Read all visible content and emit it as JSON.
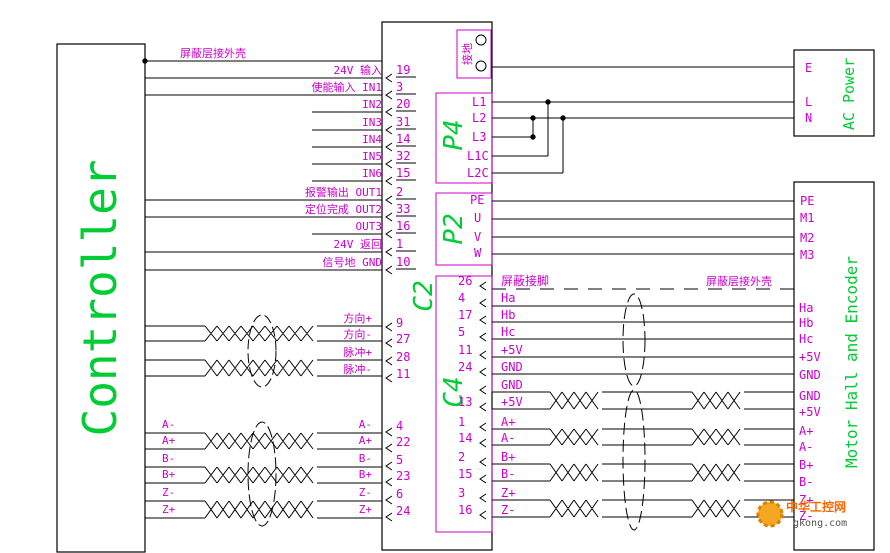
{
  "controller": {
    "title": "Controller",
    "top_signals": [
      {
        "label": "24V 输入",
        "pin": "19"
      },
      {
        "label": "使能输入 IN1",
        "pin": "3"
      },
      {
        "label": "IN2",
        "pin": "20"
      },
      {
        "label": "IN3",
        "pin": "31"
      },
      {
        "label": "IN4",
        "pin": "14"
      },
      {
        "label": "IN5",
        "pin": "32"
      },
      {
        "label": "IN6",
        "pin": "15"
      },
      {
        "label": "报警输出 OUT1",
        "pin": "2"
      },
      {
        "label": "定位完成 OUT2",
        "pin": "33"
      },
      {
        "label": "OUT3",
        "pin": "16"
      },
      {
        "label": "24V 返回",
        "pin": "1"
      },
      {
        "label": "信号地 GND",
        "pin": "10"
      }
    ],
    "shield_label": "屏蔽层接外壳",
    "pulse_signals": [
      {
        "label": "方向+",
        "pin": "9"
      },
      {
        "label": "方向-",
        "pin": "27"
      },
      {
        "label": "脉冲+",
        "pin": "28"
      },
      {
        "label": "脉冲-",
        "pin": "11"
      }
    ],
    "encoder_left": [
      "A-",
      "A+",
      "B-",
      "B+",
      "Z-",
      "Z+"
    ],
    "encoder_right": [
      {
        "label": "A-",
        "pin": "4"
      },
      {
        "label": "A+",
        "pin": "22"
      },
      {
        "label": "B-",
        "pin": "5"
      },
      {
        "label": "B+",
        "pin": "23"
      },
      {
        "label": "Z-",
        "pin": "6"
      },
      {
        "label": "Z+",
        "pin": "24"
      }
    ]
  },
  "drive": {
    "c2": "C2",
    "c4": "C4",
    "p4": "P4",
    "p2": "P2",
    "ground_label": "接地",
    "p4_terminals": [
      "L1",
      "L2",
      "L3",
      "L1C",
      "L2C"
    ],
    "p2_terminals": [
      "PE",
      "U",
      "V",
      "W"
    ],
    "c4_pins": [
      {
        "pin": "26",
        "label": "屏蔽接脚"
      },
      {
        "pin": "4",
        "label": "Ha"
      },
      {
        "pin": "17",
        "label": "Hb"
      },
      {
        "pin": "5",
        "label": "Hc"
      },
      {
        "pin": "11",
        "label": "+5V"
      },
      {
        "pin": "24",
        "label": "GND"
      },
      {
        "pin": "",
        "label": "GND"
      },
      {
        "pin": "13",
        "label": "+5V"
      },
      {
        "pin": "1",
        "label": "A+"
      },
      {
        "pin": "14",
        "label": "A-"
      },
      {
        "pin": "2",
        "label": "B+"
      },
      {
        "pin": "15",
        "label": "B-"
      },
      {
        "pin": "3",
        "label": "Z+"
      },
      {
        "pin": "16",
        "label": "Z-"
      }
    ]
  },
  "ac_power": {
    "title": "AC Power",
    "terminals": [
      "E",
      "L",
      "N"
    ]
  },
  "motor": {
    "title": "Motor Hall and Encoder",
    "power_terminals": [
      "PE",
      "M1",
      "M2",
      "M3"
    ],
    "shield_label": "屏蔽层接外壳",
    "signals": [
      "Ha",
      "Hb",
      "Hc",
      "+5V",
      "GND",
      "GND",
      "+5V",
      "A+",
      "A-",
      "B+",
      "B-",
      "Z+",
      "Z-"
    ]
  },
  "watermark": {
    "name": "中华工控网",
    "url": "gkong.com"
  }
}
